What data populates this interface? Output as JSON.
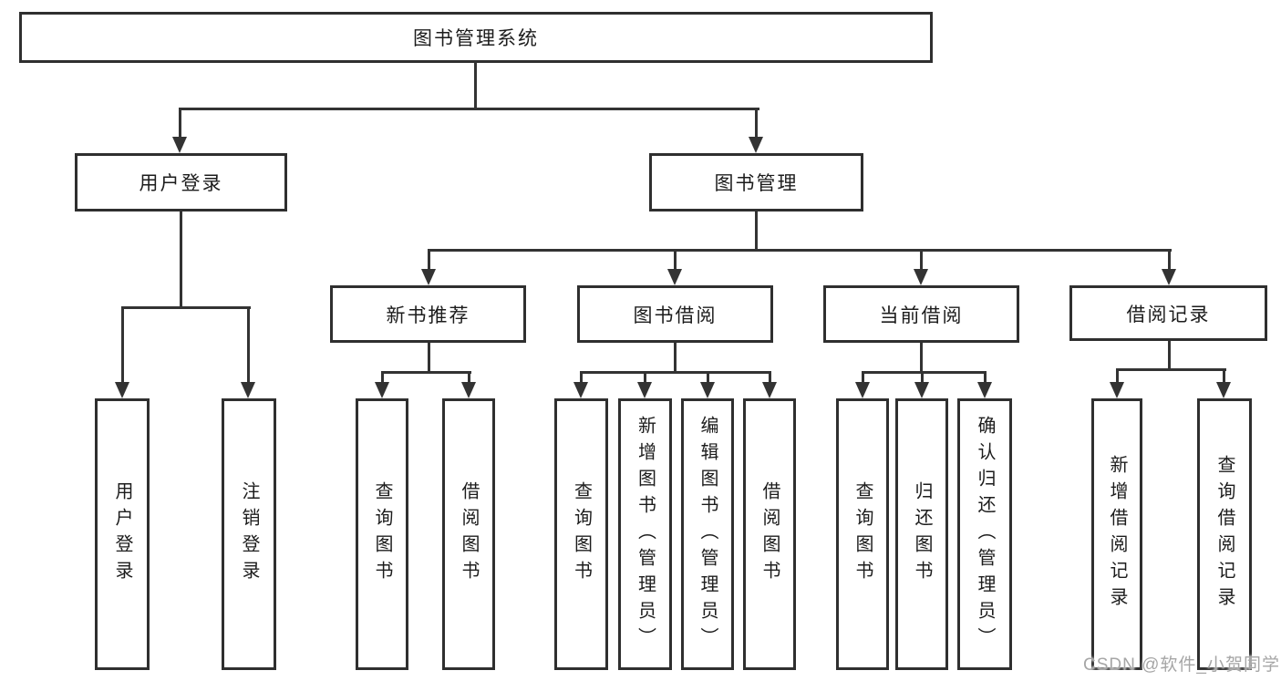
{
  "nodes": {
    "root": "图书管理系统",
    "user_login": "用户登录",
    "book_management": "图书管理",
    "new_book_recommend": "新书推荐",
    "book_borrowing": "图书借阅",
    "current_borrowing": "当前借阅",
    "borrowing_records": "借阅记录",
    "leaf_user_login": "用户登录",
    "leaf_logout": "注销登录",
    "leaf_recommend_query_books": "查询图书",
    "leaf_recommend_borrow_books": "借阅图书",
    "leaf_borrowing_query_books": "查询图书",
    "leaf_borrowing_add_books_admin": "新增图书（管理员）",
    "leaf_borrowing_edit_books_admin": "编辑图书（管理员）",
    "leaf_borrowing_borrow_books": "借阅图书",
    "leaf_current_query_books": "查询图书",
    "leaf_current_return_books": "归还图书",
    "leaf_current_confirm_return_admin": "确认归还（管理员）",
    "leaf_records_add_record": "新增借阅记录",
    "leaf_records_query_record": "查询借阅记录"
  },
  "watermark": "CSDN @软件_小贺同学",
  "colors": {
    "line": "#333333",
    "border": "#2f2f2f",
    "text": "#1c1c1c",
    "watermark": "#a6a6a6"
  }
}
